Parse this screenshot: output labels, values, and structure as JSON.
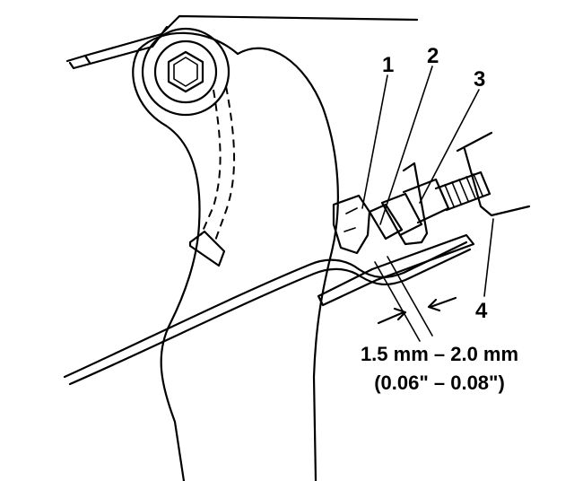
{
  "callouts": [
    {
      "label": "1"
    },
    {
      "label": "2"
    },
    {
      "label": "3"
    },
    {
      "label": "4"
    }
  ],
  "measurement": {
    "metric": "1.5 mm – 2.0 mm",
    "imperial": "(0.06\" – 0.08\")"
  }
}
